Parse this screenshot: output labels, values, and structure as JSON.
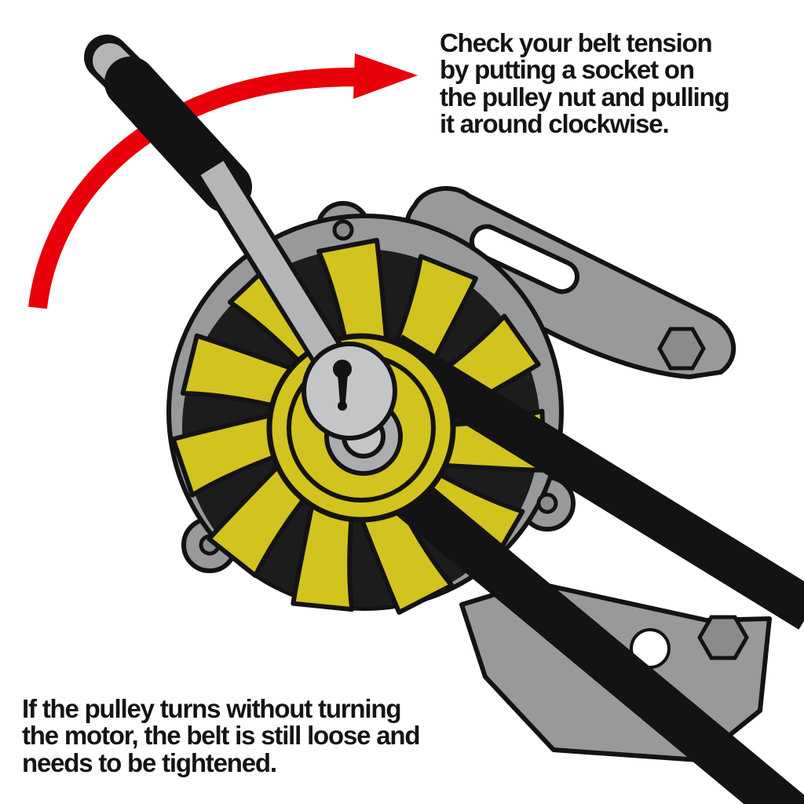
{
  "captions": {
    "top_right": [
      "Check your belt tension",
      "by putting a socket on",
      "the pulley nut and pulling",
      "it around clockwise."
    ],
    "bottom_left": [
      "If the pulley turns without turning",
      "the motor, the belt is still loose and",
      "needs to be tightened."
    ]
  },
  "colors": {
    "background": "#ffffff",
    "text": "#141414",
    "arrow_red": "#e8000b",
    "fan_yellow": "#d2c31e",
    "metal_gray": "#97999b",
    "light_gray": "#c4c5c7",
    "shaft_gray": "#b4b5b7",
    "belt_black": "#131313",
    "outline": "#131313"
  },
  "illustration": {
    "description": "Alternator with yellow cooling fan and pulley, socket wrench on the pulley nut, red curved arrow showing clockwise pull, drive belt and mounting brackets",
    "parts": [
      "red-clockwise-arrow",
      "socket-wrench-handle",
      "socket-wrench-shaft",
      "ratchet-head",
      "pulley-nut-socket",
      "alternator-body",
      "cooling-fan",
      "tensioner-arm",
      "mounting-bracket",
      "drive-belt"
    ]
  }
}
